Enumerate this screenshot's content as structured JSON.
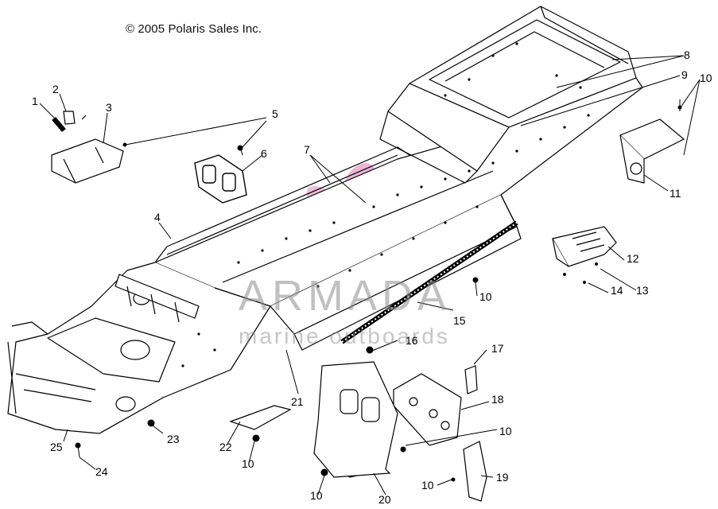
{
  "copyright": "© 2005 Polaris Sales Inc.",
  "watermark": {
    "brand": "ARMADA",
    "subtitle": "marine outboards",
    "logo_color": "#e7a7cc"
  },
  "callouts": [
    {
      "id": "c1",
      "label": "1"
    },
    {
      "id": "c2",
      "label": "2"
    },
    {
      "id": "c3",
      "label": "3"
    },
    {
      "id": "c4",
      "label": "4"
    },
    {
      "id": "c5",
      "label": "5"
    },
    {
      "id": "c6",
      "label": "6"
    },
    {
      "id": "c7",
      "label": "7"
    },
    {
      "id": "c8",
      "label": "8"
    },
    {
      "id": "c9",
      "label": "9"
    },
    {
      "id": "c10a",
      "label": "10"
    },
    {
      "id": "c11",
      "label": "11"
    },
    {
      "id": "c12",
      "label": "12"
    },
    {
      "id": "c13",
      "label": "13"
    },
    {
      "id": "c14",
      "label": "14"
    },
    {
      "id": "c15",
      "label": "15"
    },
    {
      "id": "c10b",
      "label": "10"
    },
    {
      "id": "c16",
      "label": "16"
    },
    {
      "id": "c17",
      "label": "17"
    },
    {
      "id": "c18",
      "label": "18"
    },
    {
      "id": "c10c",
      "label": "10"
    },
    {
      "id": "c21",
      "label": "21"
    },
    {
      "id": "c22",
      "label": "22"
    },
    {
      "id": "c23",
      "label": "23"
    },
    {
      "id": "c10d",
      "label": "10"
    },
    {
      "id": "c25",
      "label": "25"
    },
    {
      "id": "c24",
      "label": "24"
    },
    {
      "id": "c10e",
      "label": "10"
    },
    {
      "id": "c20",
      "label": "20"
    },
    {
      "id": "c10f",
      "label": "10"
    },
    {
      "id": "c19",
      "label": "19"
    }
  ]
}
